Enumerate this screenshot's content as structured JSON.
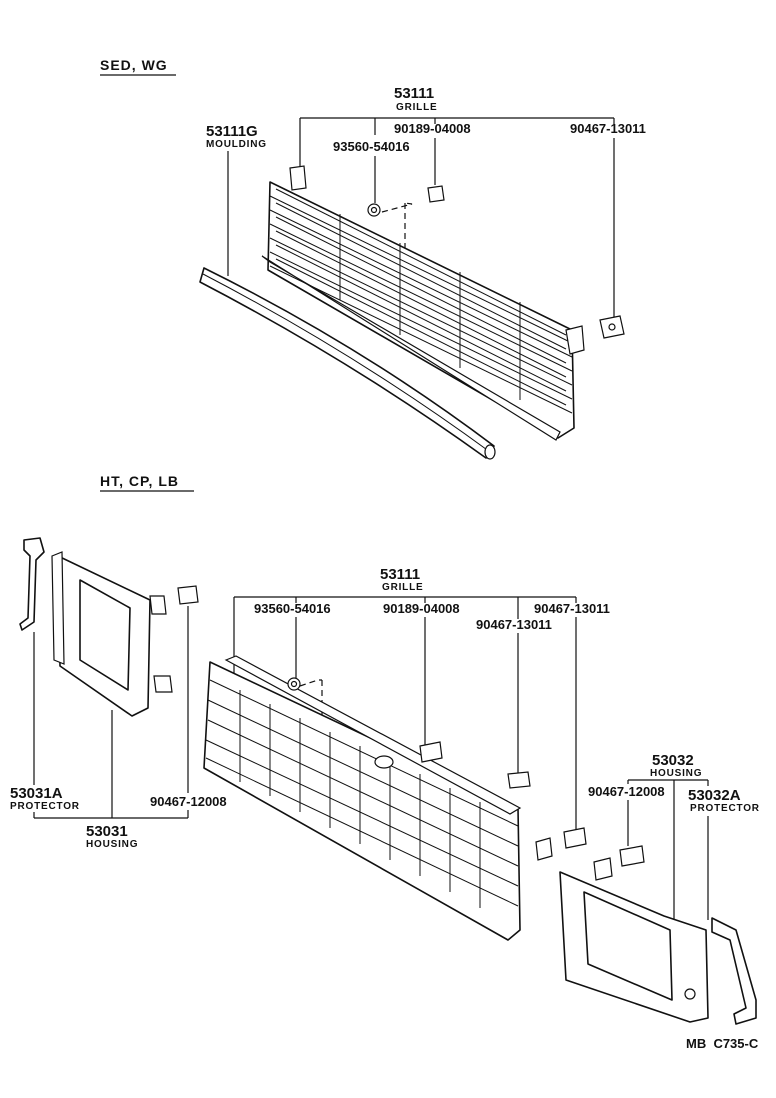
{
  "sections": {
    "top": "SED, WG",
    "bottom": "HT, CP, LB"
  },
  "top_parts": {
    "grille_no": "53111",
    "grille_name": "GRILLE",
    "moulding_no": "53111G",
    "moulding_name": "MOULDING",
    "screw_no": "93560-54016",
    "clip_no": "90189-04008",
    "nut_no": "90467-13011"
  },
  "bottom_parts": {
    "grille_no": "53111",
    "grille_name": "GRILLE",
    "screw_no": "93560-54016",
    "clip_no": "90189-04008",
    "nut_no_a": "90467-13011",
    "nut_no_b": "90467-13011",
    "left_protector_no": "53031A",
    "left_protector_name": "PROTECTOR",
    "left_housing_no": "53031",
    "left_housing_name": "HOUSING",
    "left_nut_no": "90467-12008",
    "right_housing_no": "53032",
    "right_housing_name": "HOUSING",
    "right_nut_no": "90467-12008",
    "right_protector_no": "53032A",
    "right_protector_name": "PROTECTOR"
  },
  "figure_code": "MB  C735-C"
}
